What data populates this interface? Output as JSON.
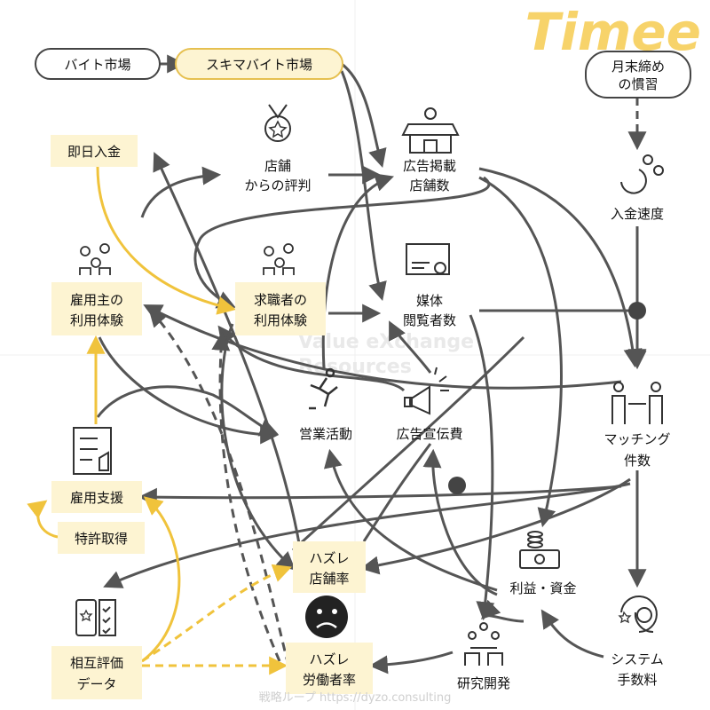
{
  "brand": "Timee",
  "watermark": {
    "line1": "Value eXchange",
    "line2": "Resources"
  },
  "footer": "戦略ループ https://dyzo.consulting",
  "colors": {
    "accent": "#f0c33c",
    "box_fill": "#fdf4d2",
    "arrow": "#555555",
    "brand": "#f7d36a"
  },
  "nodes": {
    "baito_shijo": "バイト市場",
    "sukima_shijo": "スキマバイト市場",
    "getsumatsu_1": "月末締め",
    "getsumatsu_2": "の慣習",
    "sokujitsu": "即日入金",
    "tenpo_hyoban_1": "店舗",
    "tenpo_hyoban_2": "からの評判",
    "kokoku_keisai_1": "広告掲載",
    "kokoku_keisai_2": "店舗数",
    "nyukin_sokudo": "入金速度",
    "koyonushi_1": "雇用主の",
    "koyonushi_2": "利用体験",
    "kyushoku_1": "求職者の",
    "kyushoku_2": "利用体験",
    "baitai_1": "媒体",
    "baitai_2": "閲覧者数",
    "matching_1": "マッチング",
    "matching_2": "件数",
    "eigyo": "営業活動",
    "kokoku_senden": "広告宣伝費",
    "koyo_shien": "雇用支援",
    "tokkyo": "特許取得",
    "hazure_tenpo_1": "ハズレ",
    "hazure_tenpo_2": "店舗率",
    "rieki": "利益・資金",
    "sogo_1": "相互評価",
    "sogo_2": "データ",
    "hazure_rodo_1": "ハズレ",
    "hazure_rodo_2": "労働者率",
    "kenkyu": "研究開発",
    "system_1": "システム",
    "system_2": "手数料"
  }
}
